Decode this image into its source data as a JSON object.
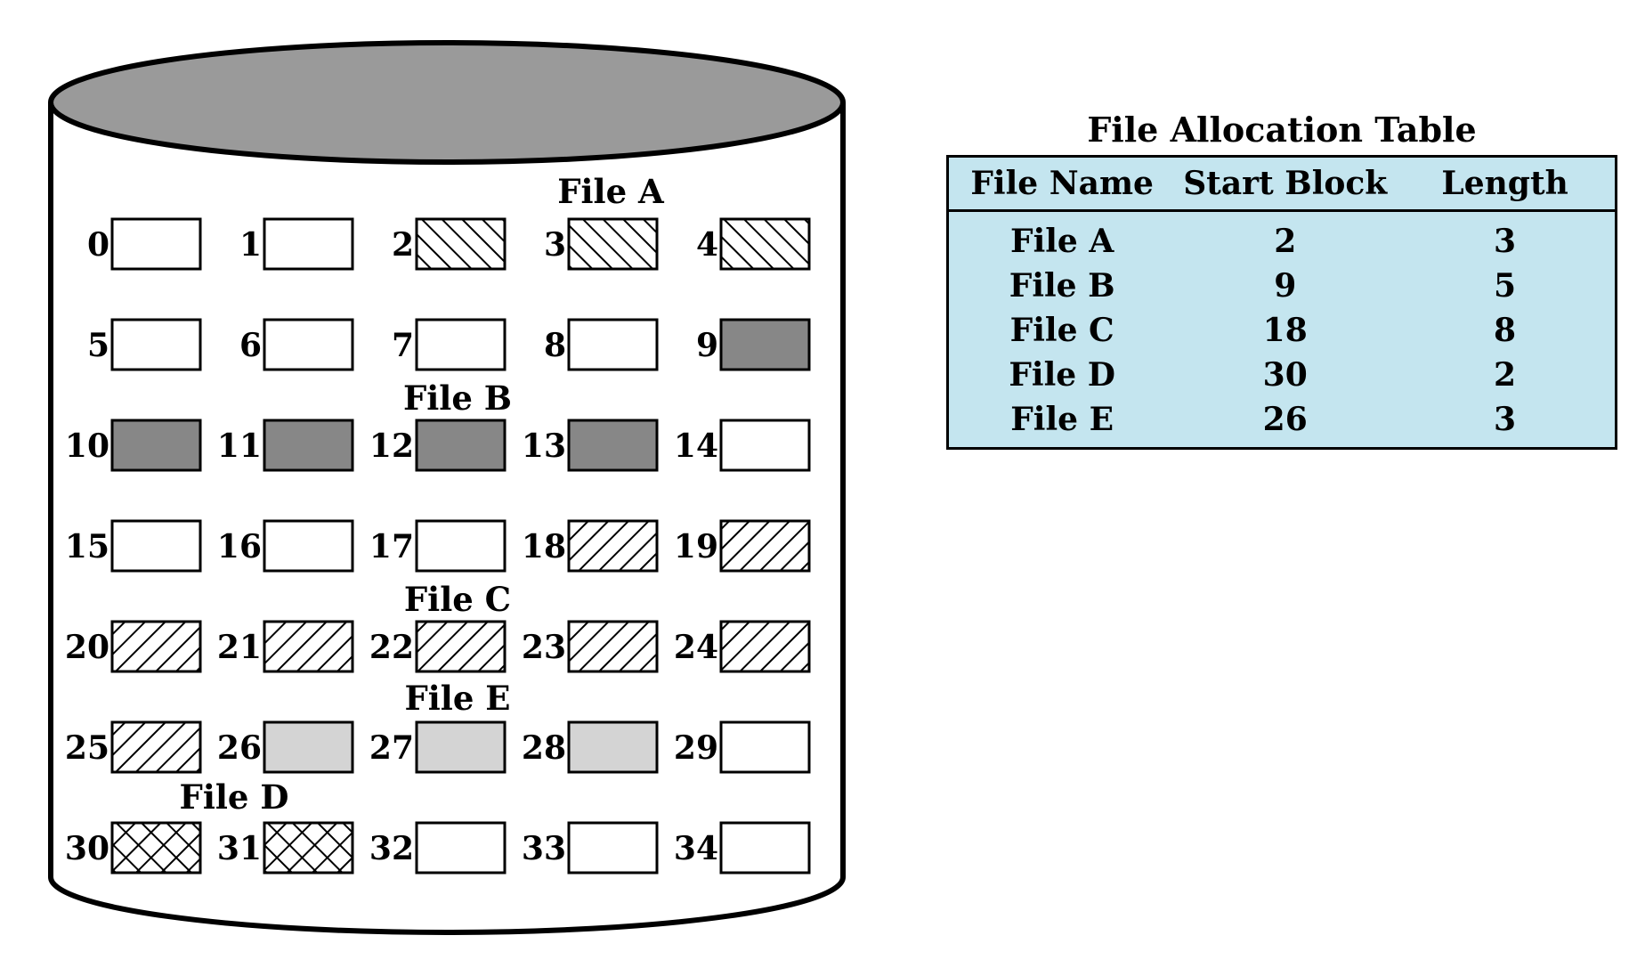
{
  "blocks": [
    {
      "id": "0",
      "fill": "empty"
    },
    {
      "id": "1",
      "fill": "empty"
    },
    {
      "id": "2",
      "fill": "file-a"
    },
    {
      "id": "3",
      "fill": "file-a"
    },
    {
      "id": "4",
      "fill": "file-a"
    },
    {
      "id": "5",
      "fill": "empty"
    },
    {
      "id": "6",
      "fill": "empty"
    },
    {
      "id": "7",
      "fill": "empty"
    },
    {
      "id": "8",
      "fill": "empty"
    },
    {
      "id": "9",
      "fill": "file-b"
    },
    {
      "id": "10",
      "fill": "file-b"
    },
    {
      "id": "11",
      "fill": "file-b"
    },
    {
      "id": "12",
      "fill": "file-b"
    },
    {
      "id": "13",
      "fill": "file-b"
    },
    {
      "id": "14",
      "fill": "empty"
    },
    {
      "id": "15",
      "fill": "empty"
    },
    {
      "id": "16",
      "fill": "empty"
    },
    {
      "id": "17",
      "fill": "empty"
    },
    {
      "id": "18",
      "fill": "file-c"
    },
    {
      "id": "19",
      "fill": "file-c"
    },
    {
      "id": "20",
      "fill": "file-c"
    },
    {
      "id": "21",
      "fill": "file-c"
    },
    {
      "id": "22",
      "fill": "file-c"
    },
    {
      "id": "23",
      "fill": "file-c"
    },
    {
      "id": "24",
      "fill": "file-c"
    },
    {
      "id": "25",
      "fill": "file-c"
    },
    {
      "id": "26",
      "fill": "file-e"
    },
    {
      "id": "27",
      "fill": "file-e"
    },
    {
      "id": "28",
      "fill": "file-e"
    },
    {
      "id": "29",
      "fill": "empty"
    },
    {
      "id": "30",
      "fill": "file-d"
    },
    {
      "id": "31",
      "fill": "file-d"
    },
    {
      "id": "32",
      "fill": "empty"
    },
    {
      "id": "33",
      "fill": "empty"
    },
    {
      "id": "34",
      "fill": "empty"
    }
  ],
  "file_labels": {
    "a": "File A",
    "b": "File B",
    "c": "File C",
    "d": "File D",
    "e": "File E"
  },
  "colors": {
    "cylinder_top": "#9a9a9a",
    "file_b": "#878787",
    "file_e": "#d4d4d4",
    "table_bg": "#c4e5ef"
  },
  "table": {
    "title": "File Allocation Table",
    "headers": [
      "File Name",
      "Start Block",
      "Length"
    ],
    "rows": [
      [
        "File A",
        "2",
        "3"
      ],
      [
        "File B",
        "9",
        "5"
      ],
      [
        "File C",
        "18",
        "8"
      ],
      [
        "File D",
        "30",
        "2"
      ],
      [
        "File E",
        "26",
        "3"
      ]
    ]
  }
}
